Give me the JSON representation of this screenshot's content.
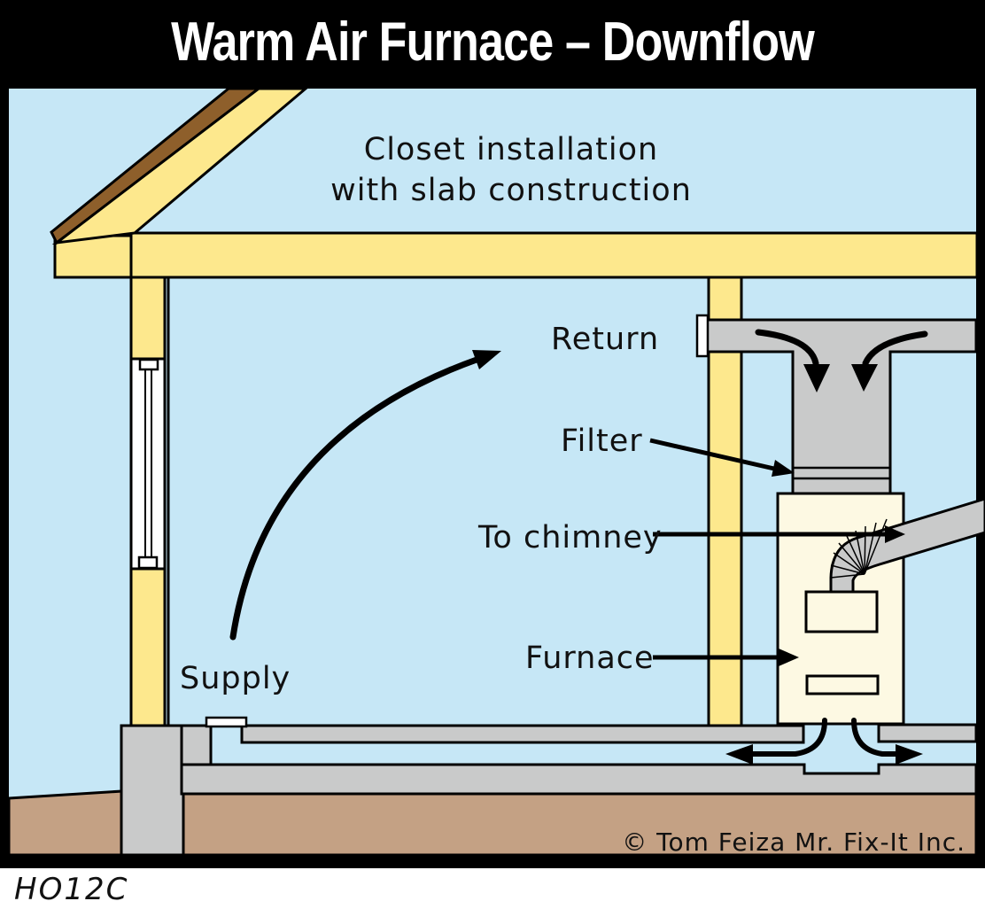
{
  "header": {
    "title": "Warm Air Furnace – Downflow"
  },
  "diagram": {
    "subtitle_line1": "Closet installation",
    "subtitle_line2": "with slab construction",
    "labels": {
      "return": "Return",
      "filter": "Filter",
      "to_chimney": "To chimney",
      "furnace": "Furnace",
      "supply": "Supply"
    },
    "copyright": "© Tom Feiza Mr. Fix-It Inc.",
    "figure_code": "HO12C"
  },
  "colors": {
    "page_bg": "#ffffff",
    "header_bg": "#000000",
    "title_text": "#ffffff",
    "sky": "#c6e7f6",
    "wood_yellow": "#fde88d",
    "roof_brown": "#8e5f2b",
    "duct_gray": "#c9caca",
    "furnace_cream": "#fdf9e3",
    "earth_tan": "#c4a184",
    "outline": "#000000"
  }
}
